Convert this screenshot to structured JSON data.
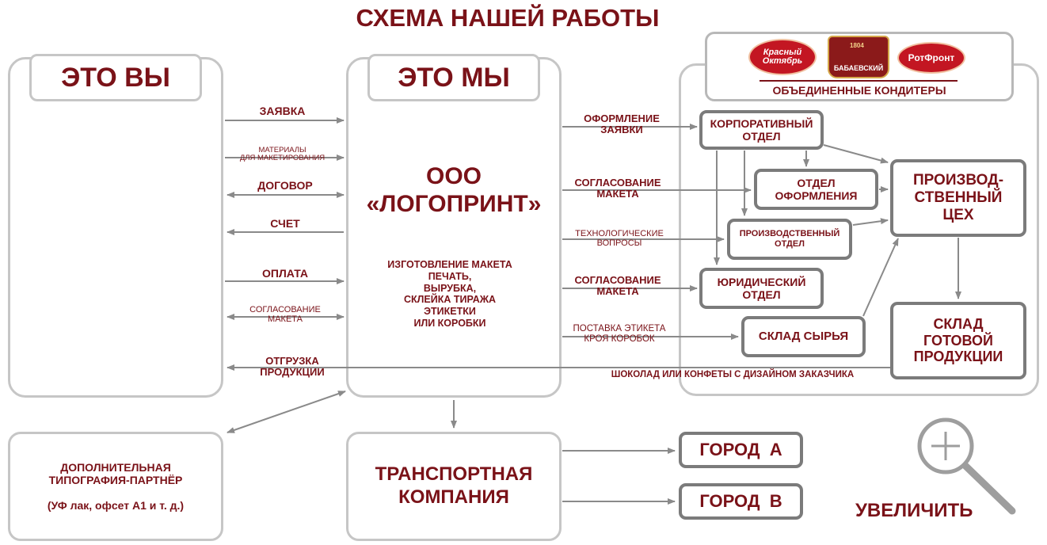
{
  "title": "СХЕМА НАШЕЙ РАБОТЫ",
  "you": {
    "header": "ЭТО ВЫ"
  },
  "we": {
    "header": "ЭТО МЫ",
    "company_line1": "ООО",
    "company_line2": "«ЛОГОПРИНТ»",
    "services": [
      "ИЗГОТОВЛЕНИЕ МАКЕТА",
      "ПЕЧАТЬ,",
      "ВЫРУБКА,",
      "СКЛЕЙКА ТИРАЖА",
      "ЭТИКЕТКИ",
      "ИЛИ КОРОБКИ"
    ]
  },
  "left_flows": {
    "zayavka": "ЗАЯВКА",
    "materials_1": "МАТЕРИАЛЫ",
    "materials_2": "ДЛЯ МАКЕТИРОВАНИЯ",
    "dogovor": "ДОГОВОР",
    "schet": "СЧЕТ",
    "oplata": "ОПЛАТА",
    "soglas_1": "СОГЛАСОВАНИЕ",
    "soglas_2": "МАКЕТА",
    "otgruzka_1": "ОТГРУЗКА",
    "otgruzka_2": "ПРОДУКЦИИ"
  },
  "right_flows": {
    "oformlenie_1": "ОФОРМЛЕНИЕ",
    "oformlenie_2": "ЗАЯВКИ",
    "soglas_a_1": "СОГЛАСОВАНИЕ",
    "soglas_a_2": "МАКЕТА",
    "tech_1": "ТЕХНОЛОГИЧЕСКИЕ",
    "tech_2": "ВОПРОСЫ",
    "soglas_b_1": "СОГЛАСОВАНИЕ",
    "soglas_b_2": "МАКЕТА",
    "postavka_1": "ПОСТАВКА ЭТИКЕТА",
    "postavka_2": "КРОЯ КОРОБОК",
    "chocolate": "ШОКОЛАД ИЛИ КОНФЕТЫ С ДИЗАЙНОМ ЗАКАЗЧИКА"
  },
  "client": {
    "brand": "ОБЪЕДИНЕННЫЕ КОНДИТЕРЫ",
    "logo_1": "Красный Октябрь",
    "logo_2": "БАБАЕВСКИЙ",
    "logo_2_year": "1804",
    "logo_3": "РотФронт"
  },
  "departments": {
    "corporate_1": "КОРПОРАТИВНЫЙ",
    "corporate_2": "ОТДЕЛ",
    "design_1": "ОТДЕЛ",
    "design_2": "ОФОРМЛЕНИЯ",
    "production_dept_1": "ПРОИЗВОДСТВЕННЫЙ",
    "production_dept_2": "ОТДЕЛ",
    "legal_1": "ЮРИДИЧЕСКИЙ",
    "legal_2": "ОТДЕЛ",
    "raw_store": "СКЛАД СЫРЬЯ",
    "workshop_1": "ПРОИЗВОД-",
    "workshop_2": "СТВЕННЫЙ",
    "workshop_3": "ЦЕХ",
    "finished_1": "СКЛАД",
    "finished_2": "ГОТОВОЙ",
    "finished_3": "ПРОДУКЦИИ"
  },
  "partner": {
    "line1": "ДОПОЛНИТЕЛЬНАЯ",
    "line2": "ТИПОГРАФИЯ-ПАРТНЁР",
    "line3": "(УФ лак, офсет А1 и т. д.)"
  },
  "transport": {
    "line1": "ТРАНСПОРТНАЯ",
    "line2": "КОМПАНИЯ"
  },
  "cities": {
    "a": "ГОРОД  А",
    "b": "ГОРОД  В"
  },
  "zoom": {
    "label": "УВЕЛИЧИТЬ",
    "icon": "magnifier-icon"
  },
  "colors": {
    "accent": "#7a1218",
    "border_light": "#c6c6c6",
    "border_dark": "#7b7b7b",
    "arrow": "#8a8a8a"
  }
}
